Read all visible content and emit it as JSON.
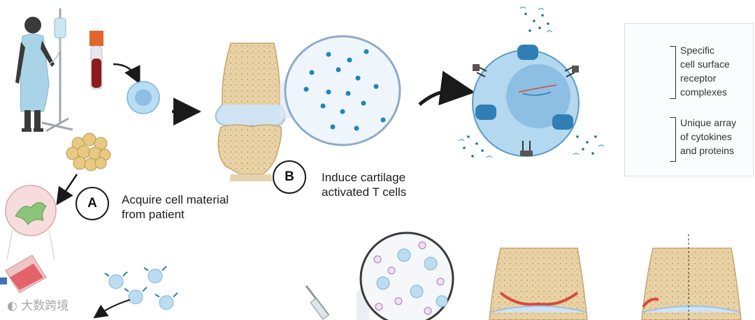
{
  "steps": [
    {
      "letter": "A",
      "text_line1": "Acquire cell material",
      "text_line2": "from patient"
    },
    {
      "letter": "B",
      "text_line1": "Induce cartilage",
      "text_line2": "activated T cells"
    }
  ],
  "legend": {
    "receptor": {
      "line1": "Specific",
      "line2": "cell surface",
      "line3": "receptor",
      "line4": "complexes",
      "icon": "receptor-complex-icon"
    },
    "cytokines": {
      "line1": "Unique array",
      "line2": "of cytokines",
      "line3": "and proteins",
      "icon": "cytokine-scatter-icon"
    }
  },
  "watermark": "大数跨境",
  "colors": {
    "cell_blue": "#a9d3ee",
    "cell_core": "#7fb5dc",
    "receptor_blue": "#2f7fb5",
    "bone_tan": "#e9d3a8",
    "cartilage_blue": "#cfe3f2",
    "accent_red": "#d8483c"
  }
}
